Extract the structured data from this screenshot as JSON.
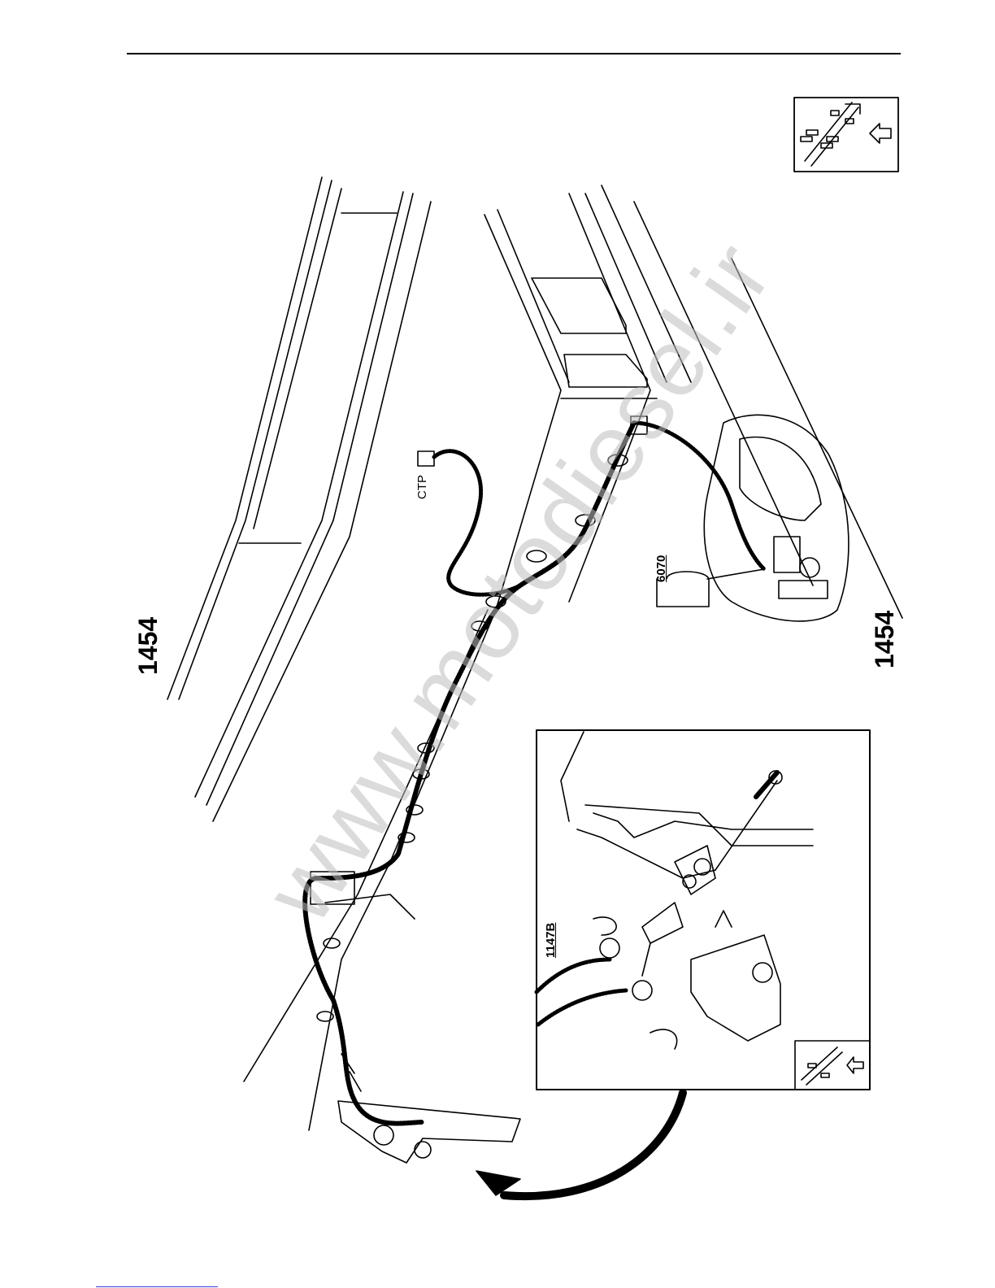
{
  "labels": {
    "figure_number_left": "1454",
    "figure_number_right": "1454",
    "connector_ctp": "CTP",
    "part_6070": "6070",
    "part_1147b": "1147B"
  },
  "watermark": "www.motodiesel.ir",
  "icons": [
    "vehicle-orientation-icon",
    "vehicle-orientation-icon-small",
    "arrow-left-icon"
  ],
  "colors": {
    "line": "#000000",
    "watermark": "#bfbfbf",
    "footer_rule": "#3b3bd8"
  }
}
